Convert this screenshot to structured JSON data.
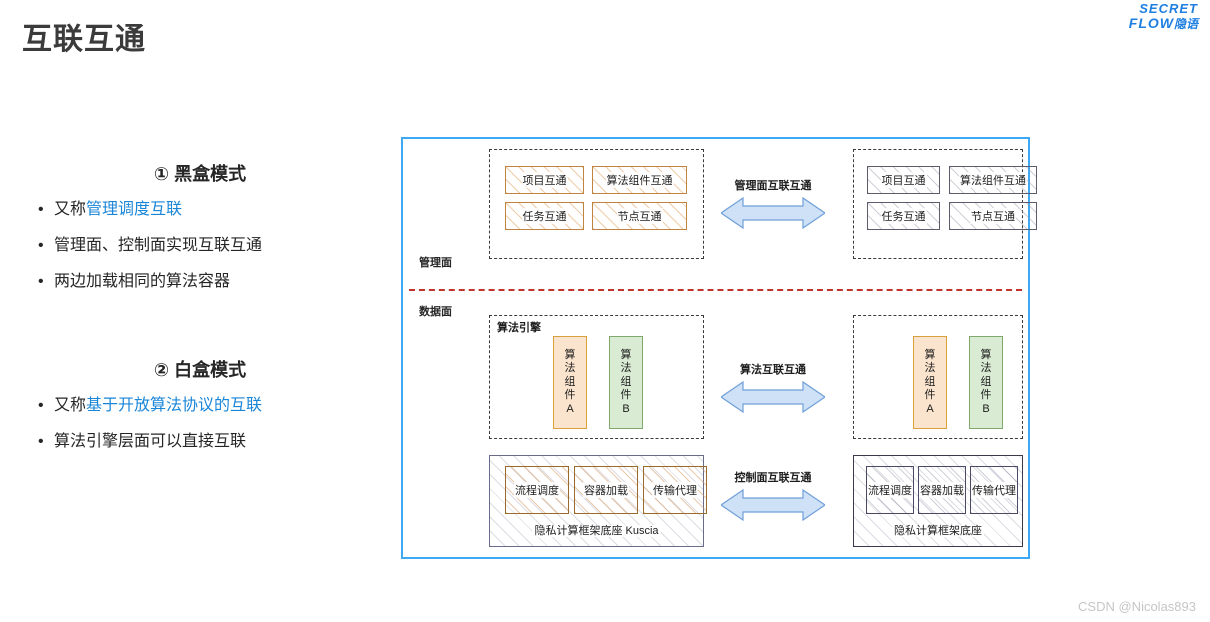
{
  "page": {
    "title": "互联互通",
    "watermark": "CSDN @Nicolas893"
  },
  "logo": {
    "line1": "SECRET",
    "line2": "FLOW",
    "cn": "隐语",
    "color": "#1f7fe0"
  },
  "left": {
    "section1": {
      "heading": "① 黑盒模式",
      "bullets": [
        {
          "dot": "•",
          "prefix": "又称",
          "highlight": "管理调度互联",
          "suffix": ""
        },
        {
          "dot": "•",
          "prefix": "管理面、控制面实现互联互通",
          "highlight": "",
          "suffix": ""
        },
        {
          "dot": "•",
          "prefix": "两边加载相同的算法容器",
          "highlight": "",
          "suffix": ""
        }
      ]
    },
    "section2": {
      "heading": "② 白盒模式",
      "bullets": [
        {
          "dot": "•",
          "prefix": "又称",
          "highlight": "基于开放算法协议的互联",
          "suffix": ""
        },
        {
          "dot": "•",
          "prefix": "算法引擎层面可以直接互联",
          "highlight": "",
          "suffix": ""
        }
      ]
    },
    "highlight_color": "#1a86d8"
  },
  "diagram": {
    "border_color": "#3da9f5",
    "divider_color": "#c0342b",
    "plane_labels": {
      "management": "管理面",
      "data": "数据面"
    },
    "management": {
      "left_cells": [
        "项目互通",
        "算法组件互通",
        "任务互通",
        "节点互通"
      ],
      "right_cells": [
        "项目互通",
        "算法组件互通",
        "任务互通",
        "节点互通"
      ]
    },
    "data": {
      "engine_label": "算法引擎",
      "left_components": [
        "算法组件A",
        "算法组件B"
      ],
      "right_components": [
        "算法组件A",
        "算法组件B"
      ],
      "component_a_fill": "#fbe4cd",
      "component_b_fill": "#daebd4"
    },
    "base": {
      "left_cells": [
        "流程调度",
        "容器加载",
        "传输代理"
      ],
      "right_cells": [
        "流程调度",
        "容器加载",
        "传输代理"
      ],
      "left_title": "隐私计算框架底座 Kuscia",
      "right_title": "隐私计算框架底座"
    },
    "connectors": [
      {
        "label": "管理面互联互通"
      },
      {
        "label": "算法互联互通"
      },
      {
        "label": "控制面互联互通"
      }
    ],
    "arrow_fill": "#cfe1f7",
    "arrow_stroke": "#6f9fd8"
  }
}
